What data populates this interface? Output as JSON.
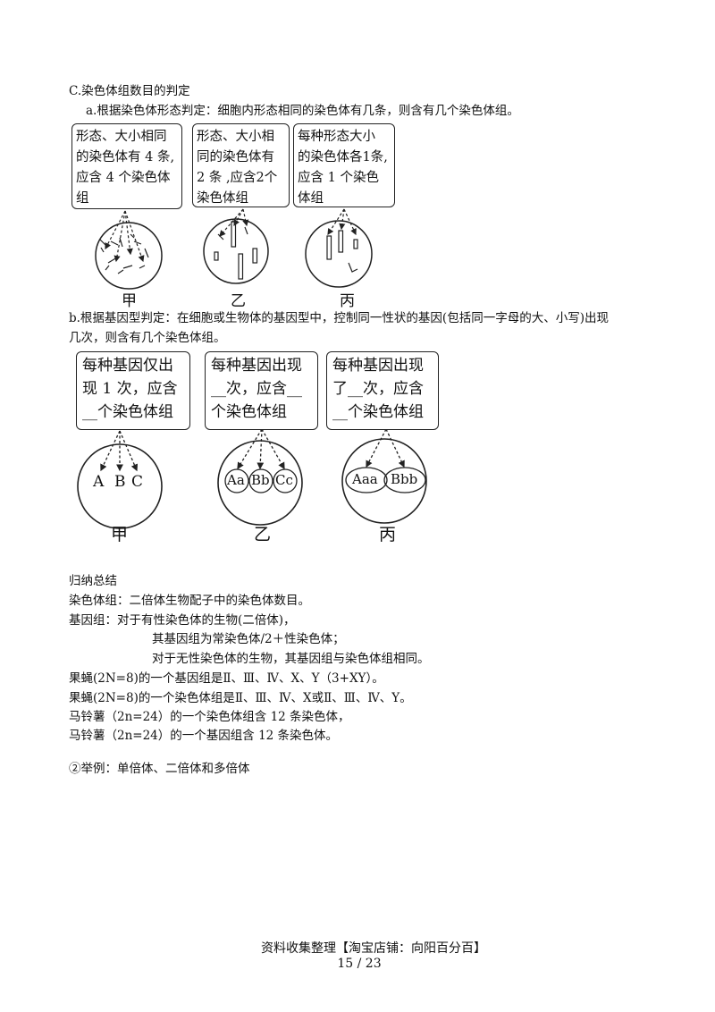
{
  "section_c": {
    "title": "C.染色体组数目的判定",
    "a_text": "a.根据染色体形态判定：细胞内形态相同的染色体有几条，则含有几个染色体组。",
    "boxes": [
      [
        "形态、大小相同",
        "的染色体有 4 条,",
        "应含 4 个染色体",
        "组"
      ],
      [
        "形态、大小相",
        "同的染色体有",
        "2 条 ,应含2个",
        "染色体组"
      ],
      [
        "每种形态大小",
        "的染色体各1条,",
        "应含 1 个染色",
        "体组"
      ]
    ],
    "cell_labels": [
      "甲",
      "乙",
      "丙"
    ],
    "b_text_line1": "b.根据基因型判定：在细胞或生物体的基因型中，控制同一性状的基因(包括同一字母的大、小写)出现",
    "b_text_line2": "几次，则含有几个染色体组。",
    "boxes2": [
      [
        "每种基因仅出",
        "现 1 次，应含",
        "__个染色体组"
      ],
      [
        "每种基因出现",
        "__次，应含__",
        "个染色体组"
      ],
      [
        "每种基因出现",
        "了__次，应含",
        "__个染色体组"
      ]
    ],
    "genes_jia": [
      "A",
      "B",
      "C"
    ],
    "genes_yi": [
      "Aa",
      "Bb",
      "Cc"
    ],
    "genes_bing": [
      "Aaa",
      "Bbb"
    ],
    "cell_labels2": [
      "甲",
      "乙",
      "丙"
    ]
  },
  "summary": {
    "heading": "归纳总结",
    "lines": [
      "染色体组：二倍体生物配子中的染色体数目。",
      "基因组：对于有性染色体的生物(二倍体)，",
      "其基因组为常染色体/2＋性染色体；",
      "对于无性染色体的生物，其基因组与染色体组相同。",
      "果蝇(2N=8)的一个基因组是Ⅱ、Ⅲ、Ⅳ、X、Y（3+XY）。",
      "果蝇(2N=8)的一个染色体组是Ⅱ、Ⅲ、Ⅳ、X或Ⅱ、Ⅲ、Ⅳ、Y。",
      "马铃薯（2n=24）的一个染色体组含 12 条染色体，",
      "马铃薯（2n=24）的一个基因组含 12 条染色体。"
    ],
    "example": "②举例：单倍体、二倍体和多倍体"
  },
  "footer": {
    "line1": "资料收集整理【淘宝店铺：向阳百分百】",
    "page": "15 / 23"
  }
}
